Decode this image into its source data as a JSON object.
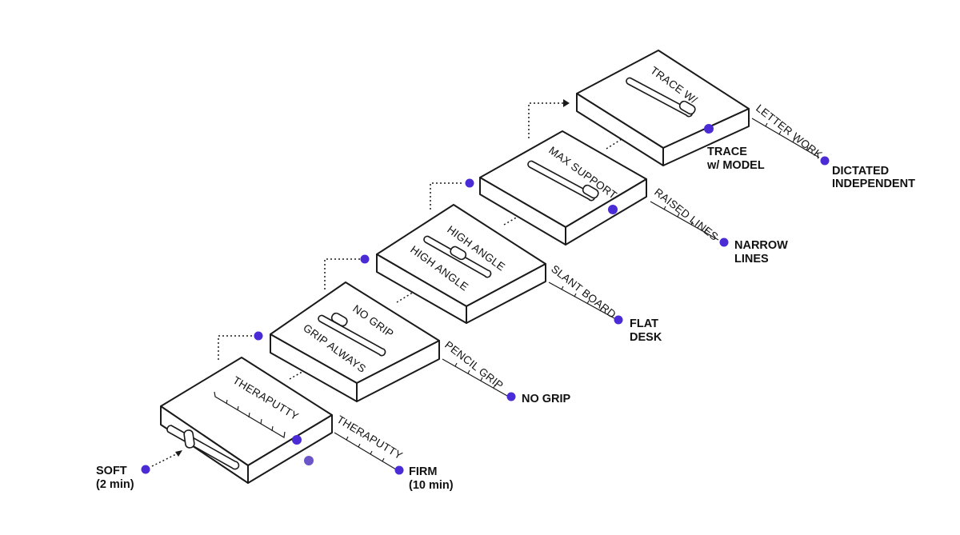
{
  "colors": {
    "dot": "#4a2bd6",
    "dot_light": "#6b55c8",
    "ink": "#1a1a1a"
  },
  "start": {
    "line1": "SOFT",
    "line2": "(2 min)"
  },
  "steps": [
    {
      "top_text": "THERAPUTTY",
      "right_axis": "THERAPUTTY",
      "end_line1": "FIRM",
      "end_line2": "(10 min)"
    },
    {
      "top_text": "NO GRIP",
      "top_text_2": "GRIP ALWAYS",
      "right_axis": "PENCIL GRIP",
      "end_line1": "NO GRIP",
      "end_line2": ""
    },
    {
      "top_text": "HIGH ANGLE",
      "top_text_2": "HIGH ANGLE",
      "right_axis": "SLANT BOARD",
      "end_line1": "FLAT",
      "end_line2": "DESK"
    },
    {
      "top_text": "MAX SUPPORT",
      "right_axis": "RAISED LINES",
      "end_line1": "NARROW",
      "end_line2": "LINES"
    },
    {
      "top_text": "TRACE W/",
      "right_axis": "LETTER WORK",
      "end_line1": "DICTATED",
      "end_line2": "INDEPENDENT",
      "side_line1": "TRACE",
      "side_line2": "w/ MODEL"
    }
  ]
}
